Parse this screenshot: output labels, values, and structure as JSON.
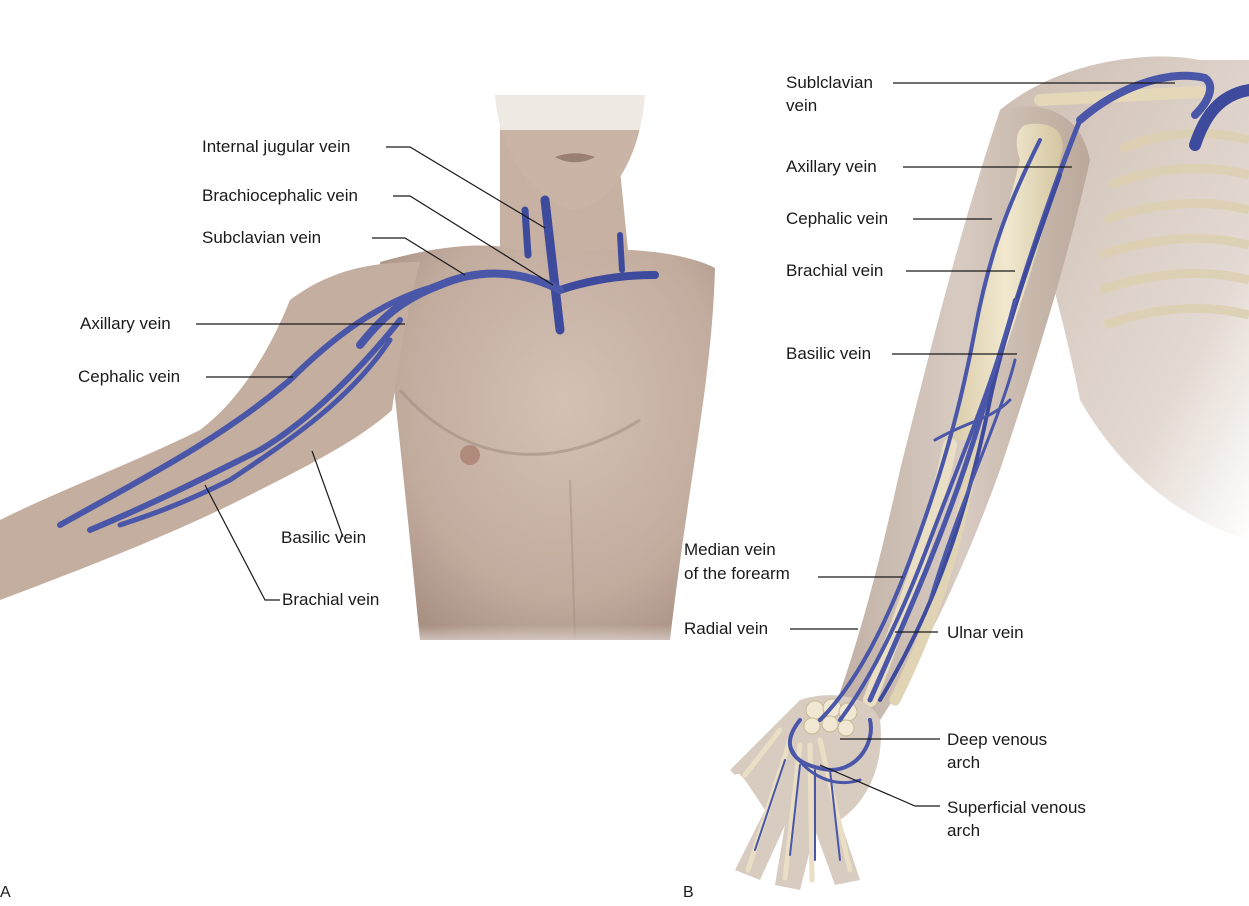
{
  "panels": {
    "a": "A",
    "b": "B"
  },
  "colors": {
    "vein": "#4a57a8",
    "vein_dark": "#2f3a86",
    "skin": "#c7b3a6",
    "bone": "#e8dcc0",
    "leader": "#1a1a1a"
  },
  "labels_a": {
    "internal_jugular": "Internal jugular vein",
    "brachiocephalic": "Brachiocephalic vein",
    "subclavian": "Subclavian vein",
    "axillary": "Axillary vein",
    "cephalic": "Cephalic vein",
    "basilic": "Basilic vein",
    "brachial": "Brachial vein"
  },
  "labels_b": {
    "subclavian_1": "Sublclavian",
    "subclavian_2": "vein",
    "axillary": "Axillary vein",
    "cephalic": "Cephalic vein",
    "brachial": "Brachial vein",
    "basilic": "Basilic vein",
    "median_1": "Median vein",
    "median_2": "of the forearm",
    "radial": "Radial vein",
    "ulnar": "Ulnar vein",
    "deep_1": "Deep venous",
    "deep_2": "arch",
    "superficial_1": "Superficial venous",
    "superficial_2": "arch"
  }
}
